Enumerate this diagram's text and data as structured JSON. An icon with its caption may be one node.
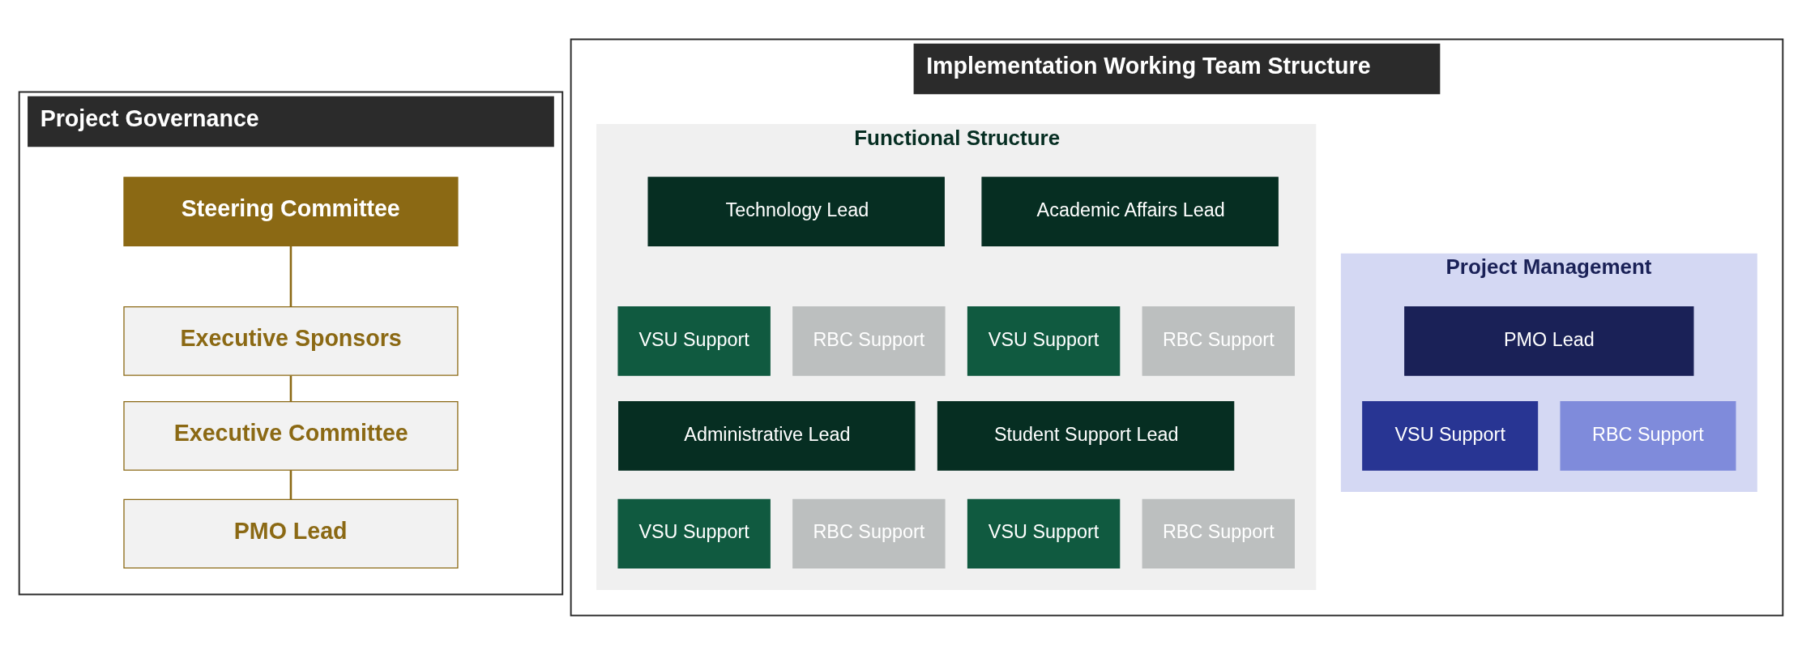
{
  "diagram": {
    "nodes": [
      {
        "text": [
          "Project Governance"
        ]
      },
      {
        "text": [
          "Steering Committee"
        ],
        "in": 0
      },
      {
        "text": [
          "Executive Sponsors"
        ],
        "in": 0
      },
      {
        "text": [
          "Executive Committee"
        ],
        "in": 0
      },
      {
        "text": [
          "PMO Lead"
        ],
        "in": 0
      },
      {
        "text": [
          "Implementation Working Team Structure"
        ]
      },
      {
        "text": [
          "Project Management"
        ],
        "in": 5
      },
      {
        "text": [
          "PMO Lead"
        ],
        "in": 6
      },
      {
        "text": [
          "VSU Support"
        ],
        "in": 6
      },
      {
        "text": [
          "RBC Support"
        ],
        "in": 6
      },
      {
        "text": [
          "Functional Structure"
        ],
        "in": 5
      },
      {
        "text": [
          "Academic Affairs Lead"
        ],
        "in": 10
      },
      {
        "text": [
          "VSU Support"
        ],
        "in": 10
      },
      {
        "text": [
          "RBC Support"
        ],
        "in": 10
      },
      {
        "text": [
          "Technology Lead"
        ],
        "in": 10
      },
      {
        "text": [
          "VSU Support"
        ],
        "in": 10
      },
      {
        "text": [
          "RBC Support"
        ],
        "in": 10
      },
      {
        "text": [
          "Student Support Lead"
        ],
        "in": 10
      },
      {
        "text": [
          "VSU Support"
        ],
        "in": 10
      },
      {
        "text": [
          "RBC Support"
        ],
        "in": 10
      },
      {
        "text": [
          "Administrative Lead"
        ],
        "in": 10
      },
      {
        "text": [
          "VSU Support"
        ],
        "in": 10
      },
      {
        "text": [
          "RBC Support"
        ],
        "in": 10
      }
    ],
    "edges": [
      {
        "from": 1,
        "to": 2,
        "arrow": "none"
      },
      {
        "from": 2,
        "to": 3,
        "arrow": "none"
      },
      {
        "from": 3,
        "to": 4,
        "arrow": "none"
      }
    ]
  }
}
